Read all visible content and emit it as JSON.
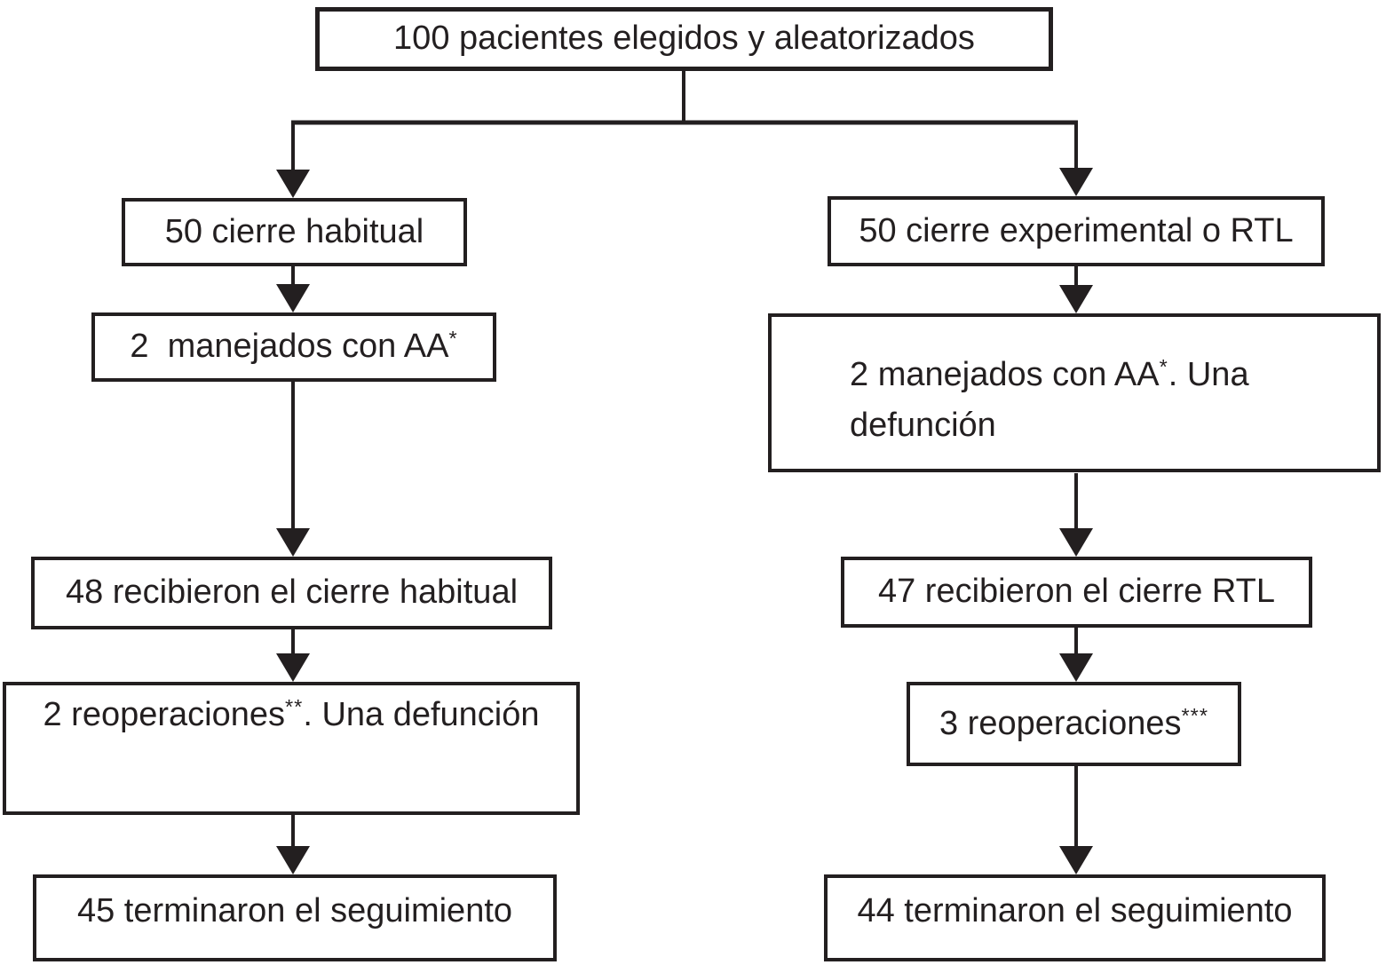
{
  "colors": {
    "ink": "#231f20",
    "background": "#ffffff"
  },
  "nodes": {
    "root": {
      "text": "100 pacientes elegidos y aleatorizados"
    },
    "left_allocation": {
      "text": "50 cierre habitual"
    },
    "left_aa": {
      "pre": "2  manejados con AA",
      "sup": "*"
    },
    "left_received": {
      "text": "48 recibieron el cierre habitual"
    },
    "left_reop": {
      "pre": "2 reoperaciones",
      "sup": "**",
      "post": ". Una defunción"
    },
    "left_followup": {
      "text": "45 terminaron el seguimiento"
    },
    "right_allocation": {
      "text": "50 cierre experimental o RTL"
    },
    "right_aa": {
      "pre": "2 manejados con AA",
      "sup": "*",
      "post": ". Una",
      "line2": "defunción"
    },
    "right_received": {
      "text": "47 recibieron el cierre RTL"
    },
    "right_reop": {
      "pre": "3 reoperaciones",
      "sup": "***"
    },
    "right_followup": {
      "text": "44 terminaron el seguimiento"
    }
  },
  "edges": [
    {
      "from": "root",
      "to": "left_allocation"
    },
    {
      "from": "root",
      "to": "right_allocation"
    },
    {
      "from": "left_allocation",
      "to": "left_aa"
    },
    {
      "from": "left_aa",
      "to": "left_received"
    },
    {
      "from": "left_received",
      "to": "left_reop"
    },
    {
      "from": "left_reop",
      "to": "left_followup"
    },
    {
      "from": "right_allocation",
      "to": "right_aa"
    },
    {
      "from": "right_aa",
      "to": "right_received"
    },
    {
      "from": "right_received",
      "to": "right_reop"
    },
    {
      "from": "right_reop",
      "to": "right_followup"
    }
  ]
}
